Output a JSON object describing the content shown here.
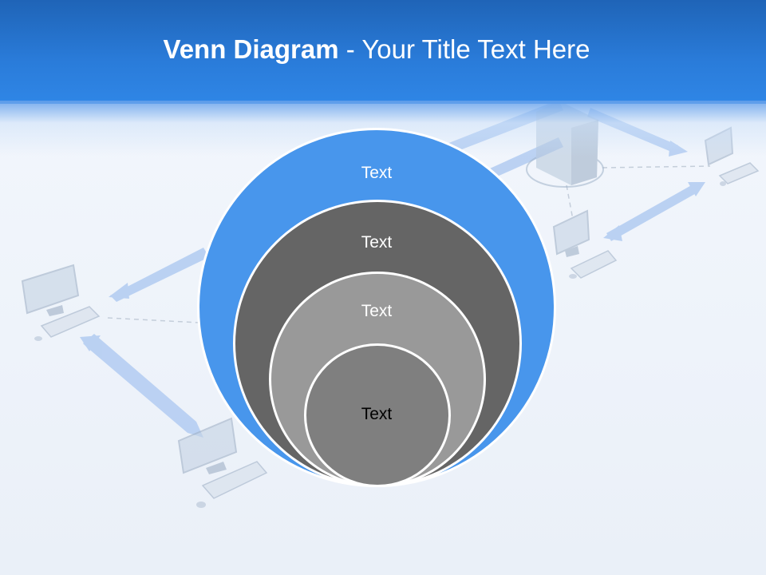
{
  "title": {
    "bold_part": "Venn Diagram",
    "rest": " - Your Title Text Here"
  },
  "circles": [
    {
      "label": "Text",
      "color": "#4896ec"
    },
    {
      "label": "Text",
      "color": "#656565"
    },
    {
      "label": "Text",
      "color": "#999999"
    },
    {
      "label": "Text",
      "color": "#7f7f7f"
    }
  ],
  "colors": {
    "header": "#2a7cda",
    "background": "#eef3fa",
    "arrows": "#a9c6f0"
  },
  "background_art": [
    "computer-monitor-icon",
    "keyboard-icon",
    "server-tower-icon",
    "double-arrow-icon"
  ]
}
